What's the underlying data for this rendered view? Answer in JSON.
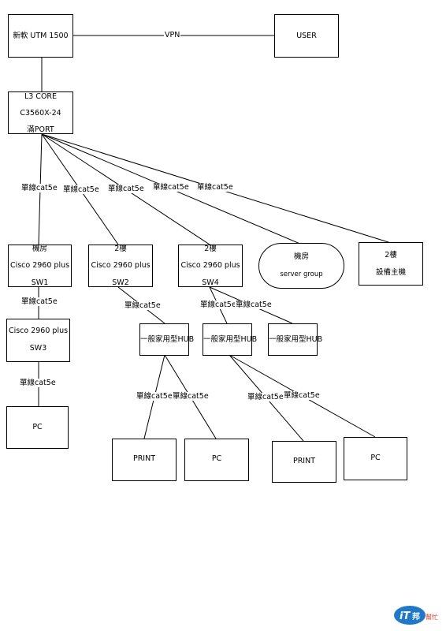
{
  "nodes": {
    "utm": {
      "lines": [
        "新軟 UTM 1500"
      ]
    },
    "user": {
      "lines": [
        "USER"
      ]
    },
    "core": {
      "lines": [
        "L3 CORE",
        "C3560X-24",
        "滿PORT"
      ]
    },
    "sw1": {
      "lines": [
        "機房",
        "Cisco 2960 plus",
        "SW1"
      ]
    },
    "sw2": {
      "lines": [
        "2樓",
        "Cisco 2960 plus",
        "SW2"
      ]
    },
    "sw4": {
      "lines": [
        "2樓",
        "Cisco 2960 plus",
        "SW4"
      ]
    },
    "server": {
      "lines": [
        "機房",
        "server group"
      ]
    },
    "equip": {
      "lines": [
        "2樓",
        "設備主機"
      ]
    },
    "sw3": {
      "lines": [
        "Cisco 2960 plus",
        "SW3"
      ]
    },
    "pc1": {
      "lines": [
        "PC"
      ]
    },
    "hub1": {
      "lines": [
        "一般家用型HUB"
      ]
    },
    "hub2": {
      "lines": [
        "一般家用型HUB"
      ]
    },
    "hub3": {
      "lines": [
        "一般家用型HUB"
      ]
    },
    "print1": {
      "lines": [
        "PRINT"
      ]
    },
    "pc2": {
      "lines": [
        "PC"
      ]
    },
    "print2": {
      "lines": [
        "PRINT"
      ]
    },
    "pc3": {
      "lines": [
        "PC"
      ]
    }
  },
  "links": {
    "vpn": "VPN",
    "cat5e": "單線cat5e"
  },
  "logo": {
    "text": "iT邦",
    "subtext": "幫忙",
    "color_primary": "#1f78c8",
    "color_accent": "#e23b2e"
  }
}
